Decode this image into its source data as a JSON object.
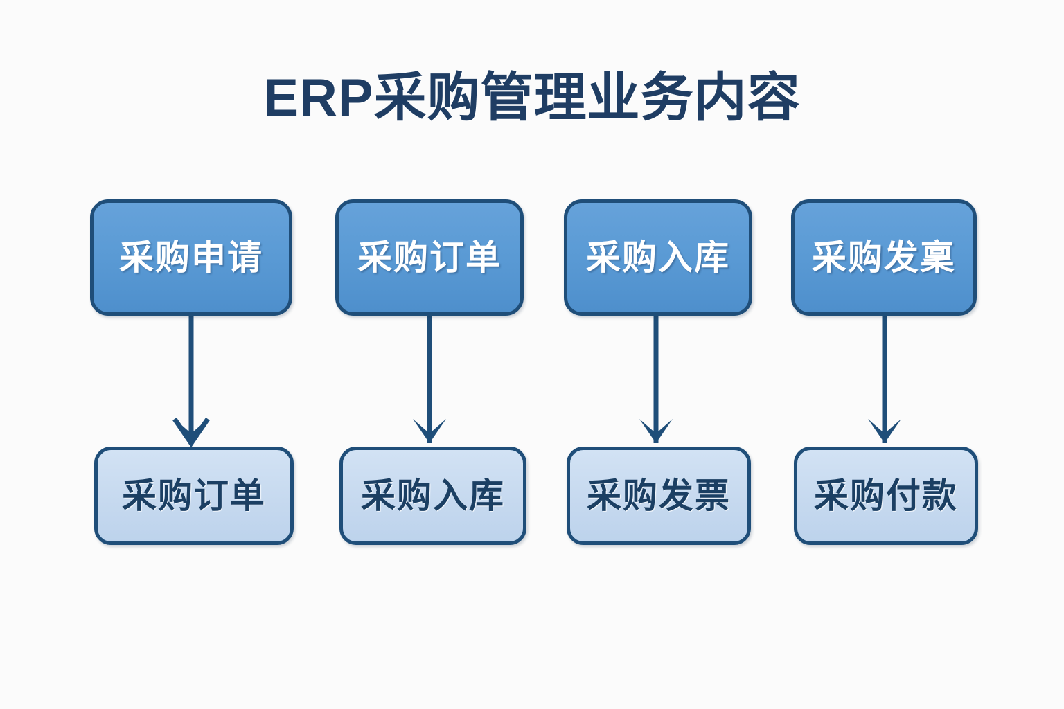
{
  "title": "ERP采购管理业务内容",
  "colors": {
    "background": "#fbfbfb",
    "title_text": "#1f3d63",
    "node_border": "#1f4e79",
    "node_top_fill": "#5b9bd5",
    "node_top_text": "#ffffff",
    "node_bottom_fill": "#c6d9ef",
    "node_bottom_text": "#1b3f63",
    "arrow": "#1f4e79"
  },
  "flow": {
    "top_row": [
      {
        "label": "采购申请"
      },
      {
        "label": "采购订单"
      },
      {
        "label": "采购入库"
      },
      {
        "label": "采购发稟"
      }
    ],
    "bottom_row": [
      {
        "label": "采购订单"
      },
      {
        "label": "采购入库"
      },
      {
        "label": "采购发票"
      },
      {
        "label": "采购付款"
      }
    ],
    "connectors": [
      {
        "from": "采购申请",
        "to": "采购订单",
        "direction": "down"
      },
      {
        "from": "采购订单",
        "to": "采购入库",
        "direction": "down"
      },
      {
        "from": "采购入库",
        "to": "采购发票",
        "direction": "down"
      },
      {
        "from": "采购发稟",
        "to": "采购付款",
        "direction": "down"
      }
    ]
  }
}
